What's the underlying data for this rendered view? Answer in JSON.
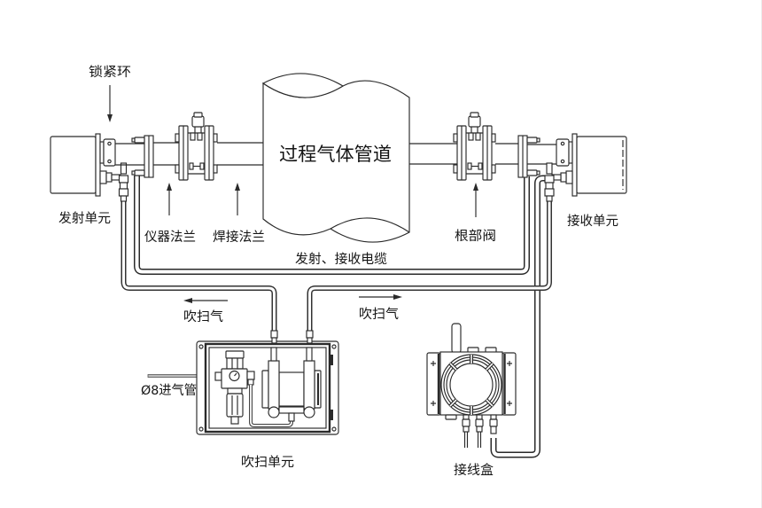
{
  "labels": {
    "lock_ring": "锁紧环",
    "transmitter_unit": "发射单元",
    "instrument_flange": "仪器法兰",
    "welding_flange": "焊接法兰",
    "process_gas_pipe": "过程气体管道",
    "root_valve": "根部阀",
    "receiver_unit": "接收单元",
    "cable": "发射、接收电缆",
    "purge_gas_left": "吹扫气",
    "purge_gas_right": "吹扫气",
    "inlet_pipe": "Ø8进气管",
    "purge_unit": "吹扫单元",
    "junction_box": "接线盒"
  },
  "flows": {
    "purge_gas_left_direction": "left",
    "purge_gas_right_direction": "right"
  },
  "icons": {
    "lock_ring_pointer": "arrow-down-icon",
    "instrument_flange_pointer": "arrow-up-icon",
    "welding_flange_pointer": "arrow-up-icon",
    "root_valve_pointer": "arrow-up-icon",
    "purge_gas_left_arrow": "arrow-left-icon",
    "purge_gas_right_arrow": "arrow-right-icon"
  },
  "colors": {
    "line": "#2a2a2a",
    "background": "#ffffff"
  }
}
